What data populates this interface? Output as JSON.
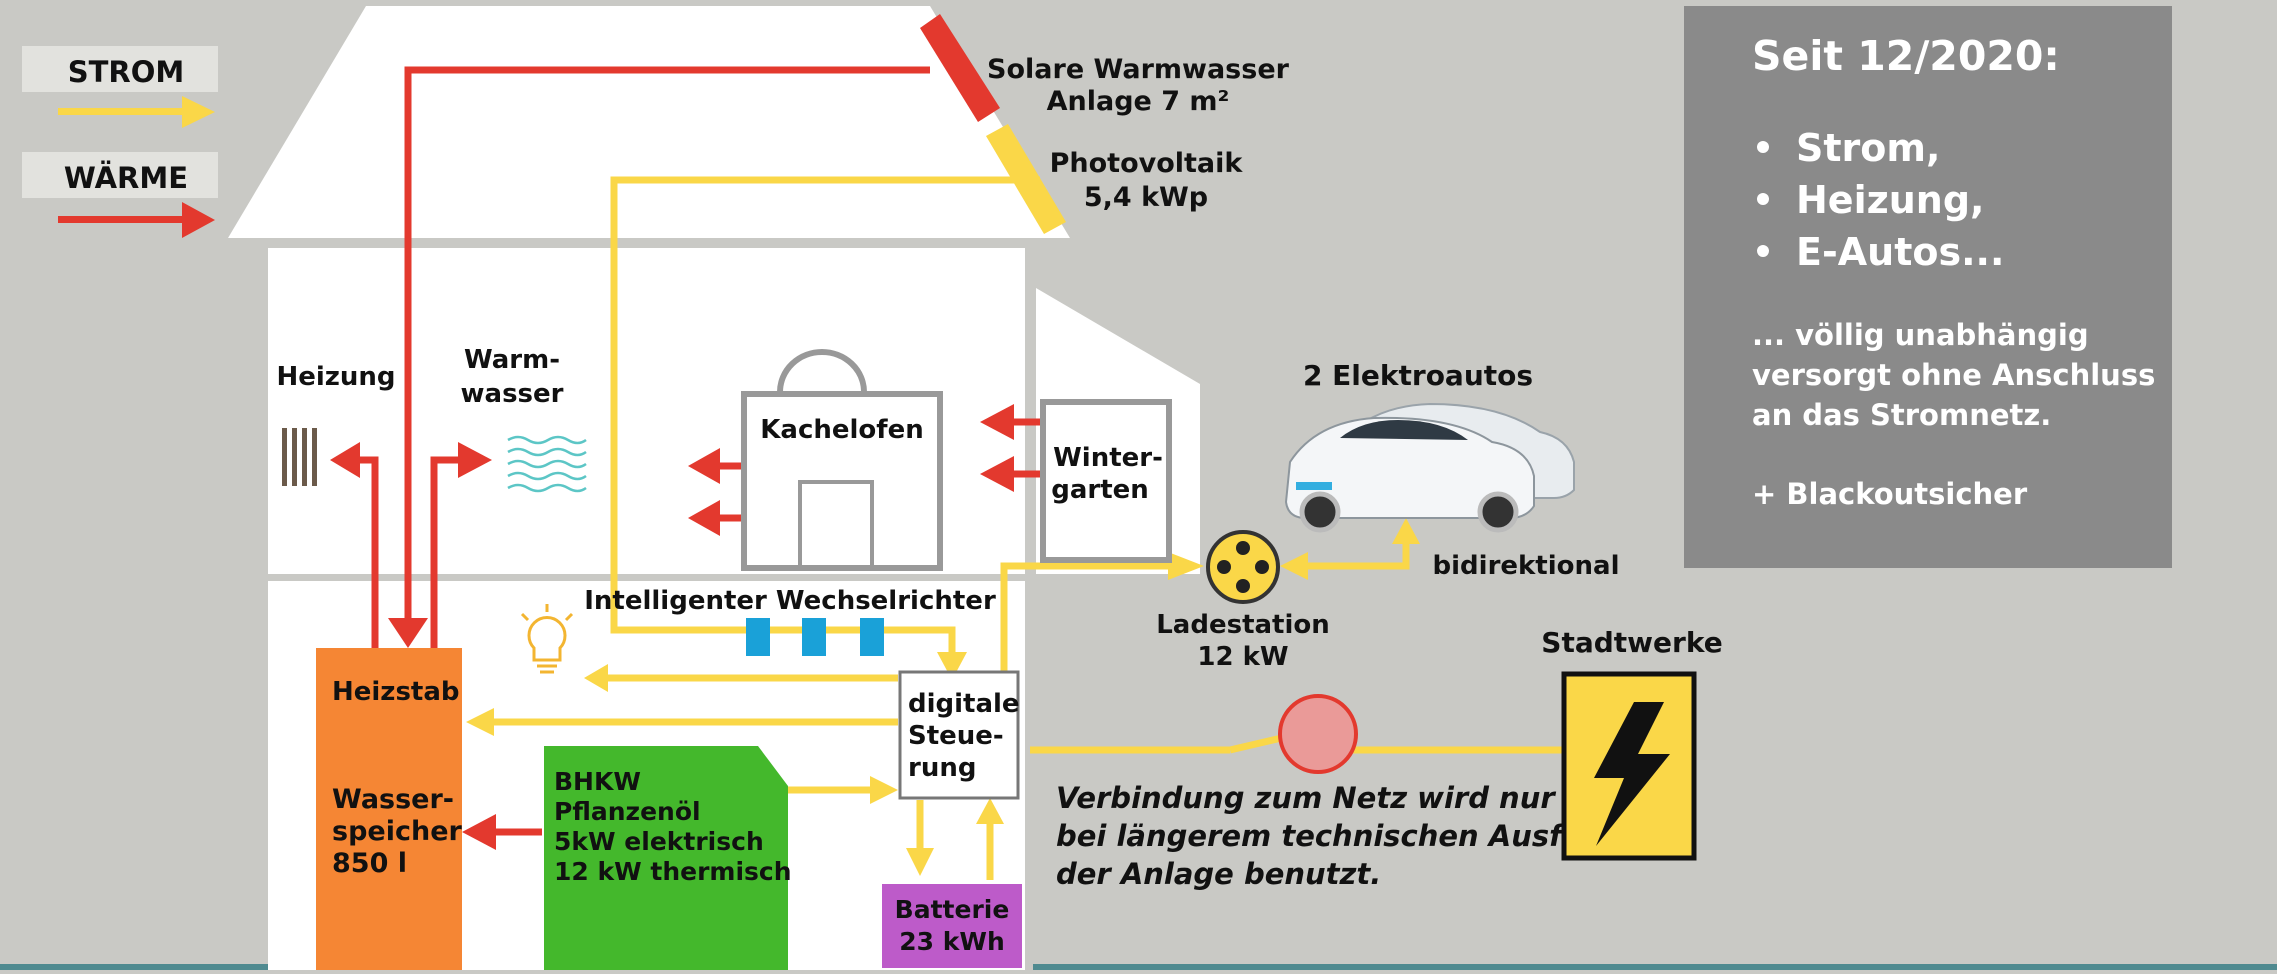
{
  "legend": {
    "strom": "STROM",
    "waerme": "WÄRME"
  },
  "roof": {
    "solar_line1": "Solare Warmwasser",
    "solar_line2": "Anlage 7 m²",
    "pv_line1": "Photovoltaik",
    "pv_line2": "5,4 kWp"
  },
  "rooms": {
    "heizung": "Heizung",
    "warmwasser_line1": "Warm-",
    "warmwasser_line2": "wasser",
    "kachelofen": "Kachelofen",
    "wintergarten_line1": "Winter-",
    "wintergarten_line2": "garten"
  },
  "basement": {
    "wechselrichter": "Intelligenter Wechselrichter",
    "steuerung_lines": [
      "digitale",
      "Steue-",
      "rung"
    ],
    "heizstab": "Heizstab",
    "wasserspeicher_lines": [
      "Wasser-",
      "speicher",
      "850 l"
    ],
    "bhkw_lines": [
      "BHKW",
      "Pflanzenöl",
      "5kW elektrisch",
      "12 kW thermisch"
    ],
    "batterie_lines": [
      "Batterie",
      "23 kWh"
    ]
  },
  "outside": {
    "elektroautos": "2 Elektroautos",
    "bidirektional": "bidirektional",
    "ladestation_line1": "Ladestation",
    "ladestation_line2": "12 kW",
    "stadtwerke": "Stadtwerke",
    "netz_note": [
      "Verbindung zum Netz wird nur",
      "bei längerem technischen Ausfall",
      "der Anlage benutzt."
    ]
  },
  "info": {
    "title": "Seit 12/2020:",
    "bullets": [
      "Strom,",
      "Heizung,",
      "E-Autos..."
    ],
    "text_lines": [
      "... völlig unabhängig",
      "versorgt ohne Anschluss",
      "an das Stromnetz."
    ],
    "extra": "+ Blackoutsicher"
  },
  "colors": {
    "strom": "#fad748",
    "waerme": "#e3392e",
    "water_tank": "#f58634",
    "bhkw": "#44b82c",
    "batterie": "#bd5bc9",
    "inverter": "#1aa1d8",
    "info_panel": "#8a8a8a",
    "background": "#c9c9c5"
  }
}
